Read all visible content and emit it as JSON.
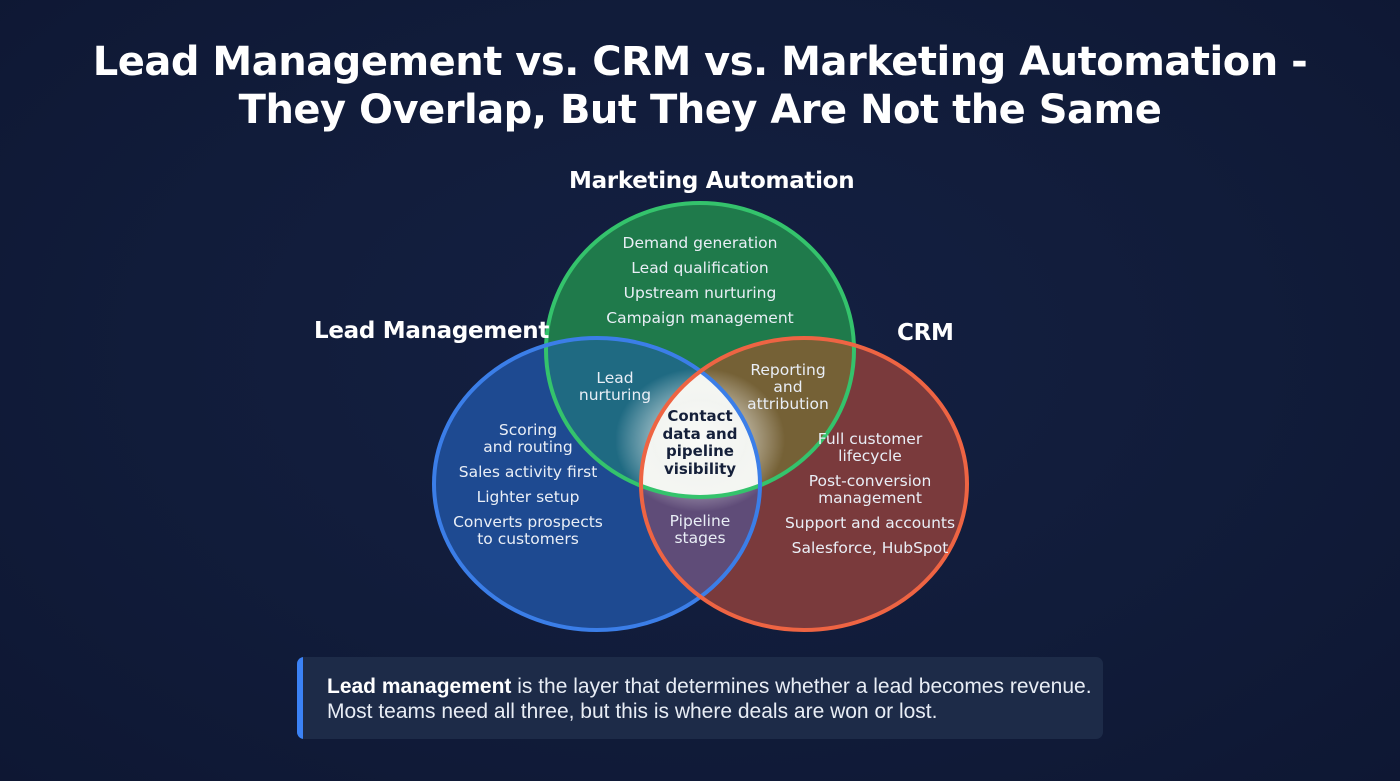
{
  "title": {
    "line1": "Lead Management vs. CRM vs. Marketing Automation -",
    "line2": "They Overlap, But They Are Not the Same"
  },
  "sets": {
    "marketing_automation": {
      "label": "Marketing Automation",
      "color": "#22a45a",
      "stroke": "#33c46b",
      "items": [
        "Demand generation",
        "Lead qualification",
        "Upstream nurturing",
        "Campaign management"
      ]
    },
    "lead_management": {
      "label": "Lead Management",
      "color": "#1f4f9a",
      "stroke": "#3d7fe8",
      "items": [
        "Scoring",
        "and routing",
        "Sales activity first",
        "Lighter setup",
        "Converts prospects",
        "to customers"
      ]
    },
    "crm": {
      "label": "CRM",
      "color": "#8a3a37",
      "stroke": "#ee6443",
      "items": [
        "Full customer",
        "lifecycle",
        "Post-conversion",
        "management",
        "Support and accounts",
        "Salesforce, HubSpot"
      ]
    }
  },
  "overlaps": {
    "lead_management_marketing": [
      "Lead",
      "nurturing"
    ],
    "marketing_crm": [
      "Reporting",
      "and",
      "attribution"
    ],
    "lead_management_crm": [
      "Pipeline",
      "stages"
    ],
    "all_three": [
      "Contact",
      "data and",
      "pipeline",
      "visibility"
    ]
  },
  "callout": {
    "bold_lead": "Lead management",
    "line1_rest": " is the layer that determines whether a lead becomes revenue.",
    "line2": "Most teams need all three, but this is where deals are won or lost.",
    "accent_color": "#3b82f6"
  }
}
